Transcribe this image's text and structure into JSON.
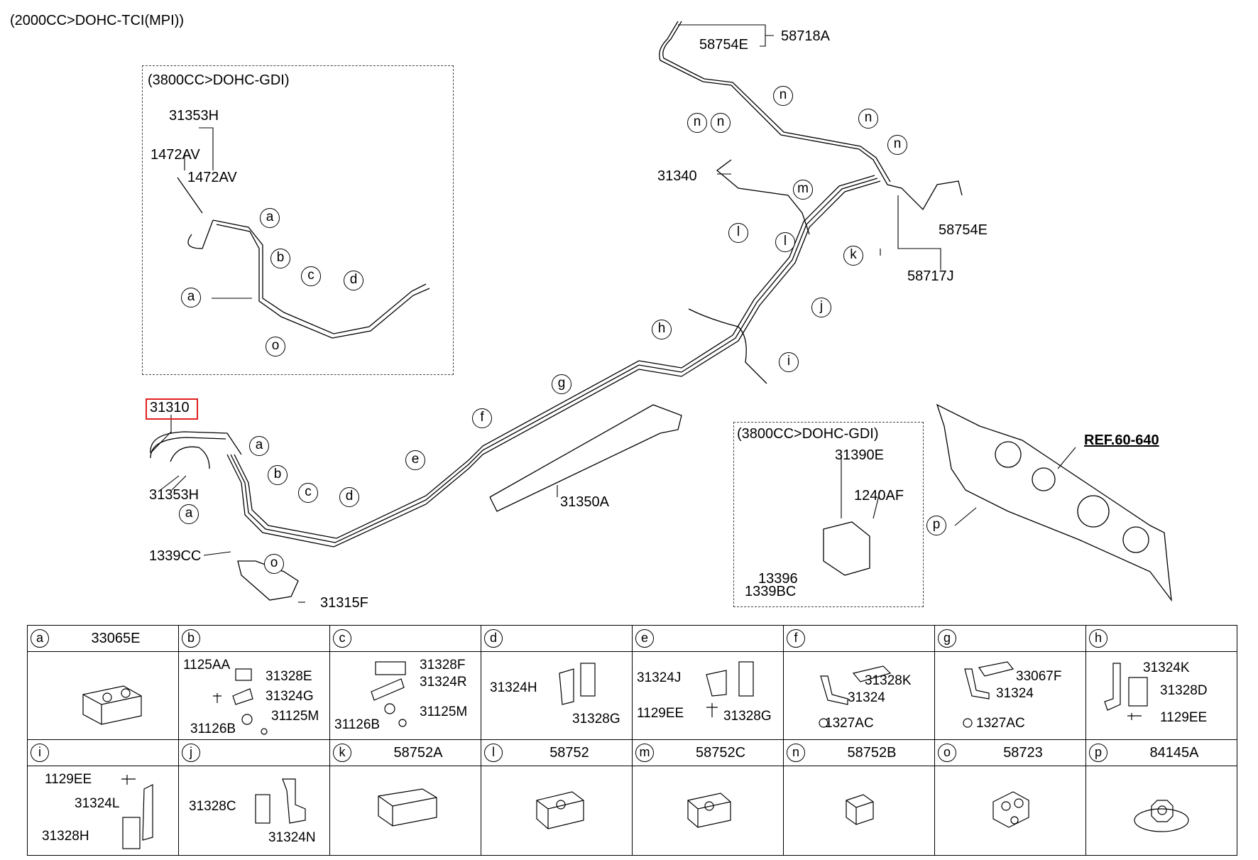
{
  "header": {
    "engine_note": "(2000CC>DOHC-TCI(MPI))"
  },
  "inset_top": {
    "title": "(3800CC>DOHC-GDI)",
    "parts": [
      "31353H",
      "1472AV",
      "1472AV"
    ],
    "callouts": [
      "a",
      "b",
      "c",
      "d",
      "a",
      "o"
    ]
  },
  "inset_right": {
    "title": "(3800CC>DOHC-GDI)",
    "parts": [
      "31390E",
      "1240AF",
      "13396",
      "1339BC"
    ]
  },
  "main": {
    "selected_part": "31310",
    "parts": {
      "p31353H": "31353H",
      "p1339CC": "1339CC",
      "p31315F": "31315F",
      "p31350A": "31350A",
      "p31340": "31340",
      "p58718A": "58718A",
      "p58754E_top": "58754E",
      "p58754E_right": "58754E",
      "p58717J": "58717J",
      "ref": "REF.60-640"
    },
    "callouts": [
      "a",
      "b",
      "c",
      "d",
      "a",
      "o",
      "e",
      "f",
      "g",
      "h",
      "i",
      "j",
      "k",
      "l",
      "l",
      "m",
      "n",
      "n",
      "n",
      "n",
      "n",
      "p"
    ]
  },
  "legend": {
    "row1": [
      {
        "key": "a",
        "part": "33065E",
        "labels": []
      },
      {
        "key": "b",
        "part": "",
        "labels": [
          "1125AA",
          "31328E",
          "31324G",
          "31125M",
          "31126B"
        ]
      },
      {
        "key": "c",
        "part": "",
        "labels": [
          "31328F",
          "31324R",
          "31125M",
          "31126B"
        ]
      },
      {
        "key": "d",
        "part": "",
        "labels": [
          "31324H",
          "31328G"
        ]
      },
      {
        "key": "e",
        "part": "",
        "labels": [
          "31324J",
          "1129EE",
          "31328G"
        ]
      },
      {
        "key": "f",
        "part": "",
        "labels": [
          "31328K",
          "31324",
          "1327AC"
        ]
      },
      {
        "key": "g",
        "part": "",
        "labels": [
          "33067F",
          "31324",
          "1327AC"
        ]
      },
      {
        "key": "h",
        "part": "",
        "labels": [
          "31324K",
          "31328D",
          "1129EE"
        ]
      }
    ],
    "row2": [
      {
        "key": "i",
        "part": "",
        "labels": [
          "1129EE",
          "31324L",
          "31328H"
        ]
      },
      {
        "key": "j",
        "part": "",
        "labels": [
          "31328C",
          "31324N"
        ]
      },
      {
        "key": "k",
        "part": "58752A",
        "labels": []
      },
      {
        "key": "l",
        "part": "58752",
        "labels": []
      },
      {
        "key": "m",
        "part": "58752C",
        "labels": []
      },
      {
        "key": "n",
        "part": "58752B",
        "labels": []
      },
      {
        "key": "o",
        "part": "58723",
        "labels": []
      },
      {
        "key": "p",
        "part": "84145A",
        "labels": []
      }
    ]
  }
}
